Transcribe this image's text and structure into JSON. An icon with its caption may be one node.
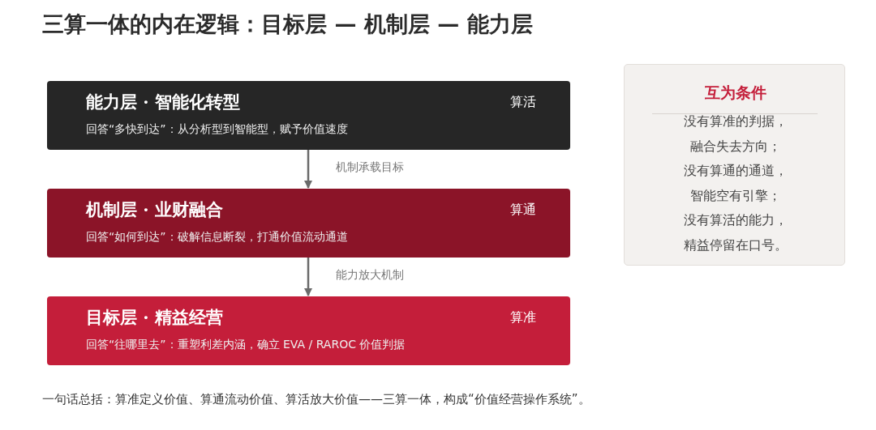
{
  "diagram": {
    "title": "三算一体的内在逻辑：目标层 — 机制层 — 能力层",
    "nodes": [
      {
        "text": [
          "能力层 · 智能化转型",
          "回答“多快到达”：从分析型到智能型，赋予价值速度",
          "算活"
        ]
      },
      {
        "text": [
          "机制层 · 业财融合",
          "回答“如何到达”：破解信息断裂，打通价值流动通道",
          "算通"
        ]
      },
      {
        "text": [
          "目标层 · 精益经营",
          "回答“往哪里去”：重塑利差内涵，确立 EVA / RAROC 价值判据",
          "算准"
        ]
      },
      {
        "text": [
          "互为条件",
          "没有算准的判据，",
          "融合失去方向；",
          "没有算通的通道，",
          "智能空有引擎；",
          "没有算活的能力，",
          "精益停留在口号。"
        ]
      }
    ],
    "edges": [
      {
        "from": 0,
        "to": 1,
        "arrow": "to",
        "label": "机制承载目标"
      },
      {
        "from": 1,
        "to": 2,
        "arrow": "to",
        "label": "能力放大机制"
      }
    ],
    "caption": "一句话总括：算准定义价值、算通流动价值、算活放大价值——三算一体，构成“价值经营操作系统”。"
  }
}
